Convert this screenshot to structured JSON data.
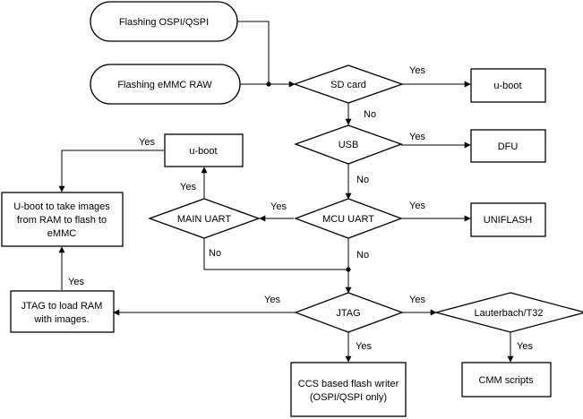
{
  "nodes": {
    "flash_ospi": "Flashing OSPI/QSPI",
    "flash_emmc": "Flashing eMMC RAW",
    "sd_card": "SD card",
    "uboot_right": "u-boot",
    "usb": "USB",
    "dfu": "DFU",
    "mcu_uart": "MCU UART",
    "uniflash": "UNIFLASH",
    "main_uart": "MAIN UART",
    "uboot_left": "u-boot",
    "uboot_ram_1": "U-boot to take images",
    "uboot_ram_2": "from RAM to flash to",
    "uboot_ram_3": "eMMC",
    "jtag_ram_1": "JTAG to load RAM",
    "jtag_ram_2": "with images.",
    "jtag": "JTAG",
    "lauterbach": "Lauterbach/T32",
    "ccs_1": "CCS based flash writer",
    "ccs_2": "(OSPI/QSPI only)",
    "cmm": "CMM scripts"
  },
  "edge_labels": {
    "sd_yes": "Yes",
    "sd_no": "No",
    "usb_yes": "Yes",
    "usb_no": "No",
    "mcu_yes_right": "Yes",
    "mcu_yes_left": "Yes",
    "mcu_no": "No",
    "main_yes": "Yes",
    "main_no": "No",
    "uboot_left_yes": "Yes",
    "jtag_ram_yes": "Yes",
    "jtag_yes_left": "Yes",
    "jtag_yes_right": "Yes",
    "jtag_yes_down": "Yes",
    "lauterbach_yes": "Yes"
  }
}
